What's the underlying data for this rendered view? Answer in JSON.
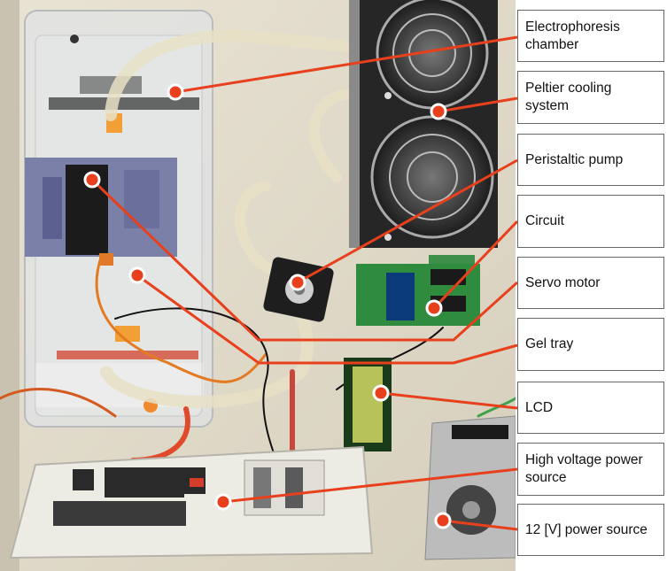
{
  "labels": {
    "electrophoresis_chamber": "Electrophoresis chamber",
    "peltier_cooling_system": "Peltier cooling system",
    "peristaltic_pump": "Peristaltic pump",
    "circuit": "Circuit",
    "servo_motor": "Servo motor",
    "gel_tray": "Gel tray",
    "lcd": "LCD",
    "high_voltage_power_source": "High voltage power source",
    "power_source_12v": "12 [V] power source"
  },
  "colors": {
    "leader_line": "#e8401c",
    "box_border": "#666666",
    "wall": "#ece6d6",
    "chamber": "#d9dde0",
    "holder": "#7a7fa8",
    "heatsink": "#2b2b2b",
    "pcb": "#2e8b3e",
    "lcd_screen": "#b9c25a",
    "power_supply": "#ecebe4"
  }
}
